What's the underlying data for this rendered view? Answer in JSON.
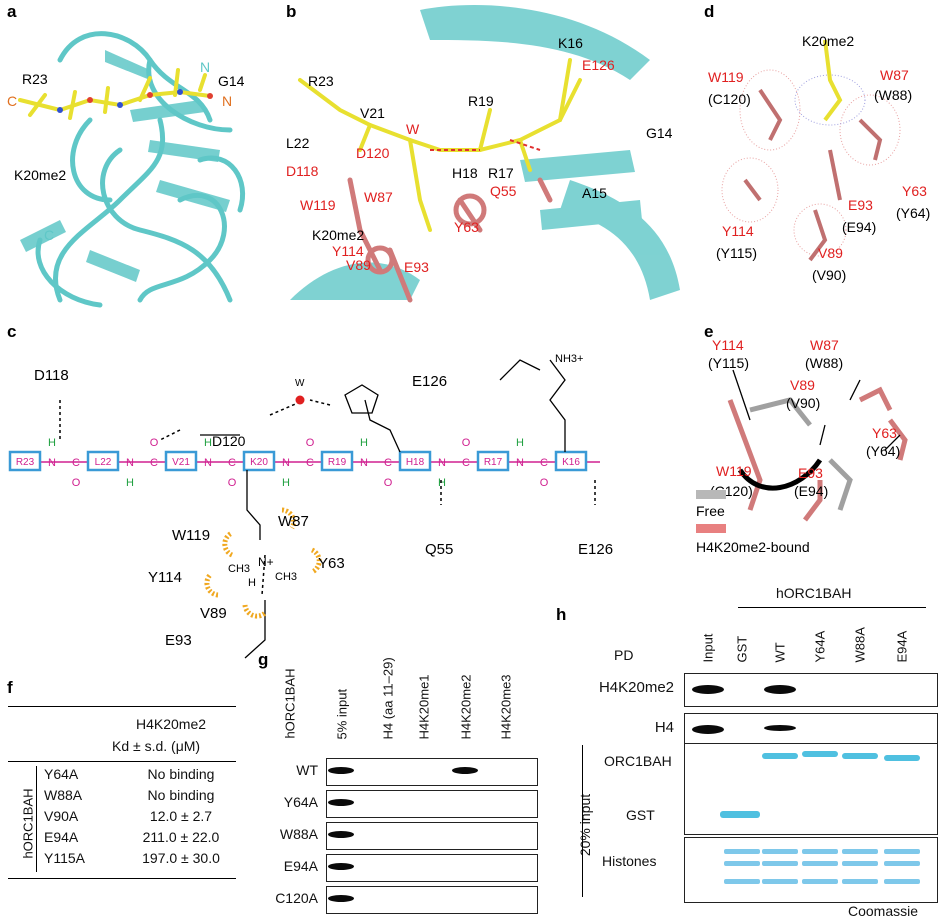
{
  "labels": {
    "a": "a",
    "b": "b",
    "c": "c",
    "d": "d",
    "e": "e",
    "f": "f",
    "g": "g",
    "h": "h"
  },
  "panel_a": {
    "r23": "R23",
    "g14": "G14",
    "k20": "K20me2",
    "n1": "N",
    "c1": "C",
    "n2": "N",
    "c2": "C"
  },
  "panel_b": [
    "K16",
    "E126",
    "R23",
    "V21",
    "R19",
    "L22",
    "W",
    "G14",
    "D118",
    "H18",
    "R17",
    "D120",
    "Q55",
    "A15",
    "W119",
    "W87",
    "Y63",
    "K20me2",
    "Y114",
    "V89",
    "E93"
  ],
  "panel_d": {
    "k20": "K20me2",
    "w119": "W119",
    "c120": "(C120)",
    "w87": "W87",
    "w88": "(W88)",
    "y63": "Y63",
    "y64": "(Y64)",
    "e93": "E93",
    "e94": "(E94)",
    "y114": "Y114",
    "y115": "(Y115)",
    "v89": "V89",
    "v90": "(V90)"
  },
  "panel_e": {
    "y114": "Y114",
    "y115": "(Y115)",
    "w87": "W87",
    "w88": "(W88)",
    "v89": "V89",
    "v90": "(V90)",
    "y63": "Y63",
    "y64": "(Y64)",
    "w119": "W119",
    "c120": "(C120)",
    "e93": "E93",
    "e94": "(E94)",
    "legend_free": "Free",
    "legend_bound": "H4K20me2-bound"
  },
  "panel_c": {
    "residues": [
      "R23",
      "L22",
      "V21",
      "K20",
      "R19",
      "H18",
      "R17",
      "K16"
    ],
    "d118": "D118",
    "d120": "D120",
    "w": "W",
    "e126_top": "E126",
    "nh3": "NH3+",
    "q55": "Q55",
    "e126_bot": "E126",
    "w119": "W119",
    "w87": "W87",
    "y114": "Y114",
    "y63": "Y63",
    "v89": "V89",
    "e93": "E93",
    "ch3a": "CH3",
    "ch3b": "CH3",
    "nplus": "N+",
    "h": "H",
    "atoms": {
      "C": "C",
      "O": "O",
      "N": "N",
      "H": "H"
    }
  },
  "panel_f": {
    "header1": "H4K20me2",
    "header2": "Kd ± s.d. (μM)",
    "group": "hORC1BAH",
    "rows": [
      {
        "mutant": "Y64A",
        "value": "No binding"
      },
      {
        "mutant": "W88A",
        "value": "No binding"
      },
      {
        "mutant": "V90A",
        "value": "12.0 ± 2.7"
      },
      {
        "mutant": "E94A",
        "value": "211.0 ± 22.0"
      },
      {
        "mutant": "Y115A",
        "value": "197.0 ± 30.0"
      }
    ]
  },
  "panel_g": {
    "row_header": "hORC1BAH",
    "columns": [
      "5% input",
      "H4 (aa 11–29)",
      "H4K20me1",
      "H4K20me2",
      "H4K20me3"
    ],
    "rows": [
      "WT",
      "Y64A",
      "W88A",
      "E94A",
      "C120A"
    ]
  },
  "panel_h": {
    "group": "hORC1BAH",
    "pd": "PD",
    "columns": [
      "Input",
      "GST",
      "WT",
      "Y64A",
      "W88A",
      "E94A"
    ],
    "rows": [
      "H4K20me2",
      "H4"
    ],
    "orc_label": "ORC1BAH",
    "gst_label": "GST",
    "histones": "Histones",
    "side_label": "20% input",
    "footer": "Coomassie"
  },
  "colors": {
    "cartoon": "#5fc7c7",
    "peptide": "#e8e030",
    "residue": "#d07a7a",
    "red_text": "#e02020",
    "blue_box": "#3a9ad6",
    "magenta": "#d02090",
    "orange": "#f0a820"
  }
}
